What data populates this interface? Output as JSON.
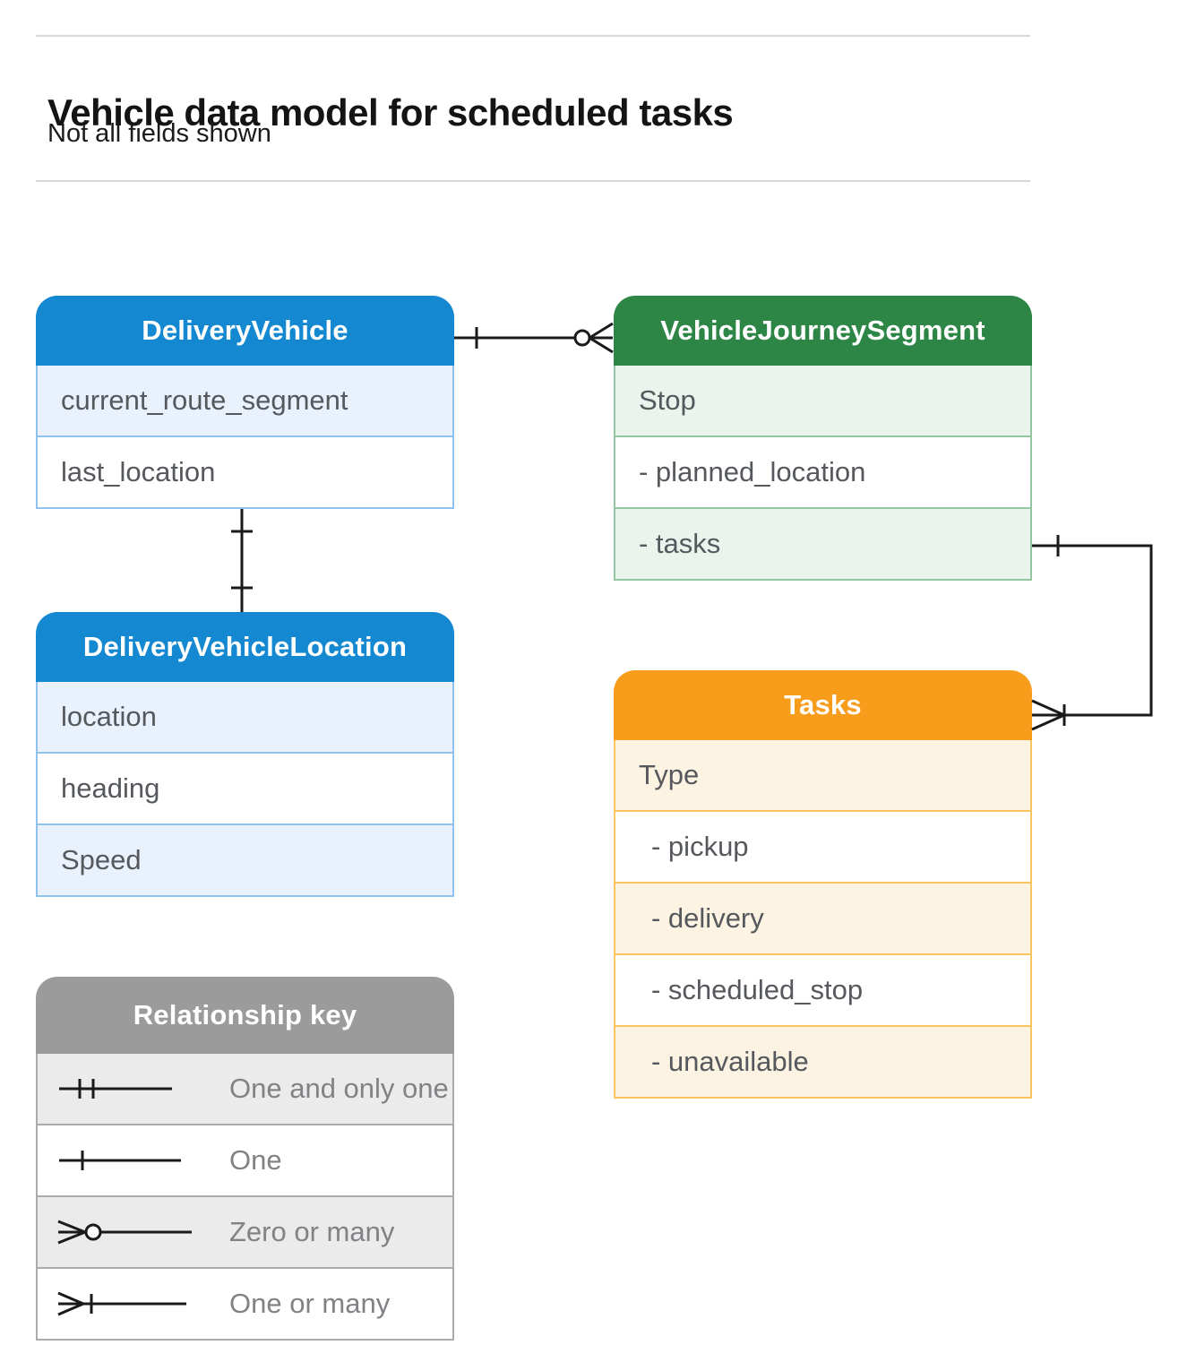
{
  "page": {
    "title": "Vehicle data model for scheduled tasks",
    "subtitle": "Not all fields shown"
  },
  "colors": {
    "blue": {
      "header": "#1488d1",
      "border": "#8fc3ee",
      "tint": "#e9f1fc"
    },
    "green": {
      "header": "#2e8646",
      "border": "#94c7a1",
      "tint": "#eaf3ec"
    },
    "orange": {
      "header": "#f89c1c",
      "border": "#fac55e",
      "tint": "#fdf3e2"
    },
    "gray": {
      "header": "#9b9b9b",
      "border": "#ababab",
      "tint": "#ebebeb"
    },
    "connector": "#1a1a1a",
    "rule": "#d8d8d8"
  },
  "entities": [
    {
      "name": "DeliveryVehicle",
      "theme": "blue",
      "fields": [
        {
          "text": "current_route_segment",
          "indent": 0
        },
        {
          "text": "last_location",
          "indent": 0
        }
      ]
    },
    {
      "name": "VehicleJourneySegment",
      "theme": "green",
      "fields": [
        {
          "text": "Stop",
          "indent": 0
        },
        {
          "text": "- planned_location",
          "indent": 0
        },
        {
          "text": "- tasks",
          "indent": 0
        }
      ]
    },
    {
      "name": "DeliveryVehicleLocation",
      "theme": "blue",
      "fields": [
        {
          "text": "location",
          "indent": 0
        },
        {
          "text": "heading",
          "indent": 0
        },
        {
          "text": "Speed",
          "indent": 0
        }
      ]
    },
    {
      "name": "Tasks",
      "theme": "orange",
      "fields": [
        {
          "text": "Type",
          "indent": 0
        },
        {
          "text": "- pickup",
          "indent": 1
        },
        {
          "text": "- delivery",
          "indent": 1
        },
        {
          "text": "- scheduled_stop",
          "indent": 1
        },
        {
          "text": "- unavailable",
          "indent": 1
        }
      ]
    }
  ],
  "relationships": [
    {
      "from": "DeliveryVehicle",
      "to": "VehicleJourneySegment",
      "from_cardinality": "one",
      "to_cardinality": "zero-or-many"
    },
    {
      "from": "DeliveryVehicle",
      "to": "DeliveryVehicleLocation",
      "from_cardinality": "one",
      "to_cardinality": "one"
    },
    {
      "from": "VehicleJourneySegment.tasks",
      "to": "Tasks",
      "from_cardinality": "one",
      "to_cardinality": "one-or-many"
    }
  ],
  "legend": {
    "title": "Relationship key",
    "items": [
      {
        "symbol": "one-and-only-one",
        "label": "One and only one"
      },
      {
        "symbol": "one",
        "label": "One"
      },
      {
        "symbol": "zero-or-many",
        "label": "Zero or many"
      },
      {
        "symbol": "one-or-many",
        "label": "One or many"
      }
    ]
  }
}
